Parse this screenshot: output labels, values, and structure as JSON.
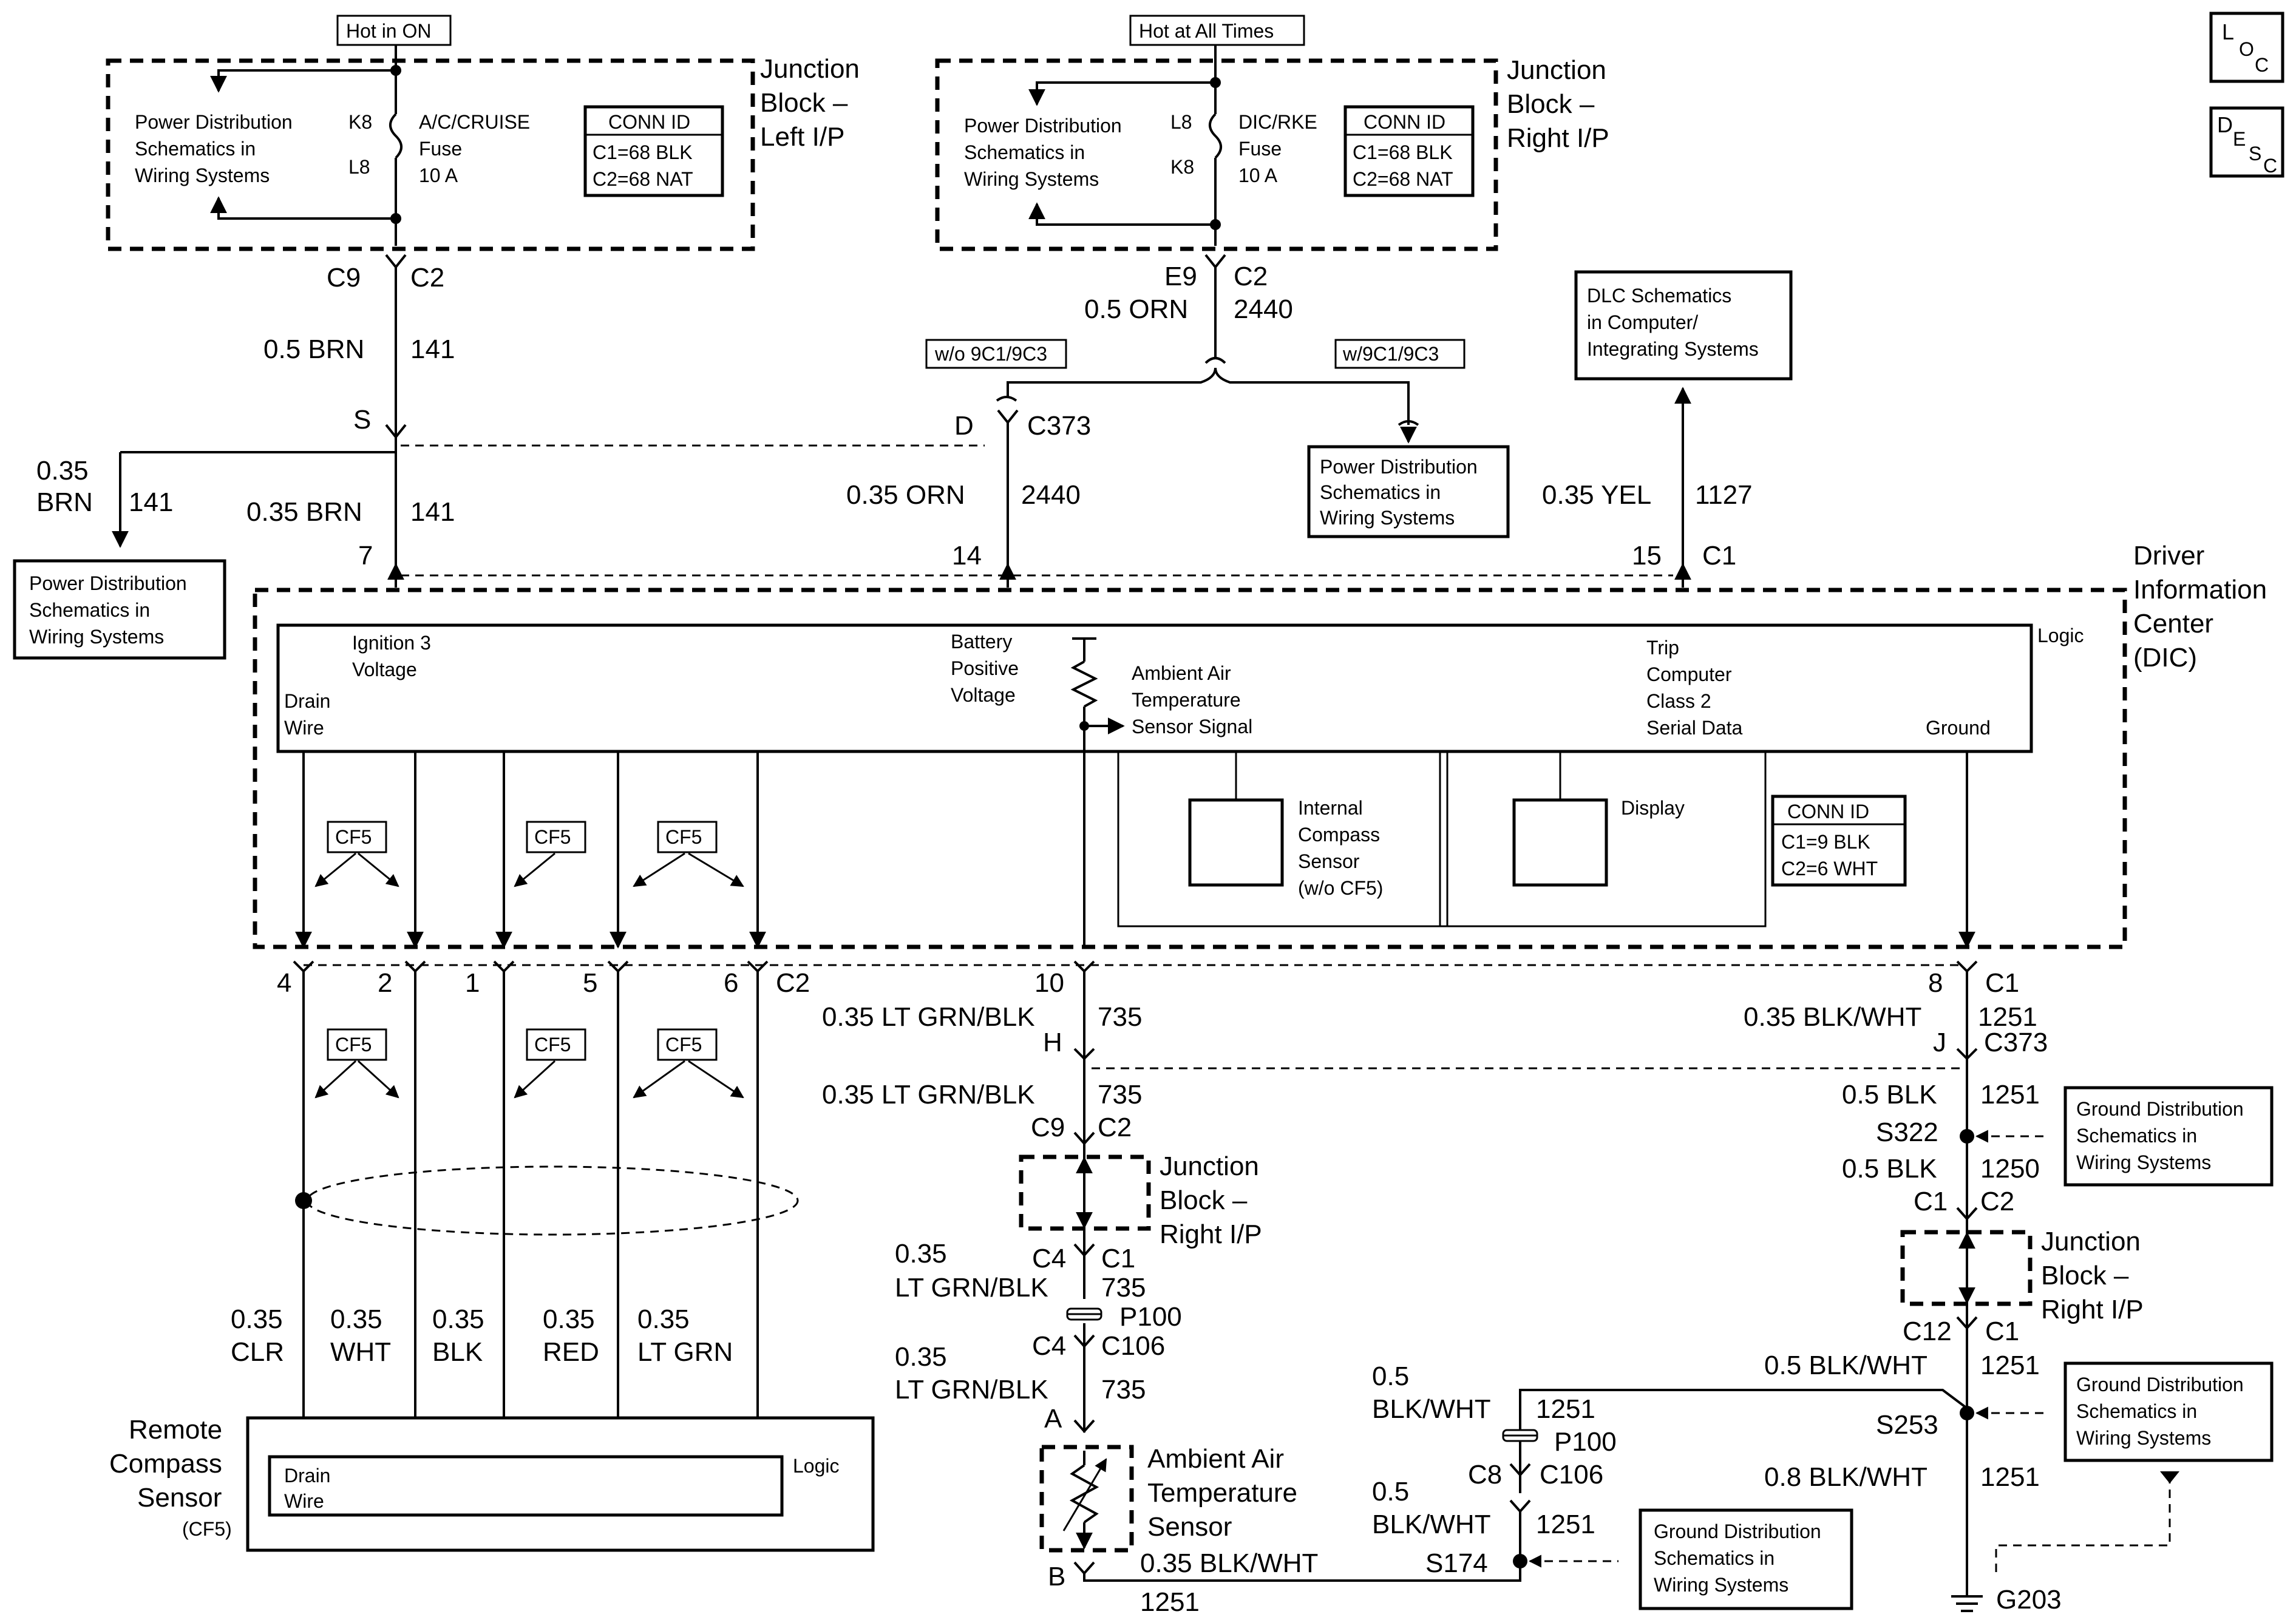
{
  "headers": {
    "hot_in_on": "Hot in ON",
    "hot_at_all_times": "Hot at All Times"
  },
  "icons": {
    "loc_letters": [
      "L",
      "O",
      "C"
    ],
    "desc_letters": [
      "D",
      "E",
      "S",
      "C"
    ]
  },
  "junction_left": {
    "title": [
      "Junction",
      "Block –",
      "Left I/P"
    ],
    "pds": [
      "Power Distribution",
      "Schematics in",
      "Wiring Systems"
    ],
    "pin_top": "K8",
    "pin_bottom": "L8",
    "fuse": [
      "A/C/CRUISE",
      "Fuse",
      "10 A"
    ],
    "conn_id": [
      "CONN ID",
      "C1=68 BLK",
      "C2=68 NAT"
    ]
  },
  "junction_right": {
    "title": [
      "Junction",
      "Block –",
      "Right I/P"
    ],
    "pds": [
      "Power Distribution",
      "Schematics in",
      "Wiring Systems"
    ],
    "pin_top": "L8",
    "pin_bottom": "K8",
    "fuse": [
      "DIC/RKE",
      "Fuse",
      "10 A"
    ],
    "conn_id": [
      "CONN ID",
      "C1=68 BLK",
      "C2=68 NAT"
    ]
  },
  "wire_labels": {
    "c9": "C9",
    "c2a": "C2",
    "brn05": "0.5 BRN",
    "n141a": "141",
    "s": "S",
    "brn035_left": [
      "0.35",
      "BRN"
    ],
    "n141b": "141",
    "brn035": "0.35 BRN",
    "n141c": "141",
    "pin7": "7",
    "e9": "E9",
    "c2b": "C2",
    "orn05": "0.5 ORN",
    "n2440a": "2440",
    "wo9c1": "w/o 9C1/9C3",
    "w9c1": "w/9C1/9C3",
    "d": "D",
    "c373a": "C373",
    "orn035": "0.35 ORN",
    "n2440b": "2440",
    "pin14": "14",
    "yel035": "0.35 YEL",
    "n1127": "1127",
    "pin15": "15",
    "c1a": "C1"
  },
  "pds_left": [
    "Power Distribution",
    "Schematics in",
    "Wiring Systems"
  ],
  "pds_mid": [
    "Power Distribution",
    "Schematics in",
    "Wiring Systems"
  ],
  "dlc": [
    "DLC Schematics",
    "in Computer/",
    "Integrating Systems"
  ],
  "dic": {
    "title": [
      "Driver",
      "Information",
      "Center",
      "(DIC)"
    ],
    "logic": "Logic",
    "ign3": [
      "Ignition 3",
      "Voltage"
    ],
    "drain": [
      "Drain",
      "Wire"
    ],
    "batt": [
      "Battery",
      "Positive",
      "Voltage"
    ],
    "ambient": [
      "Ambient Air",
      "Temperature",
      "Sensor Signal"
    ],
    "trip": [
      "Trip",
      "Computer",
      "Class 2",
      "Serial Data"
    ],
    "ground": "Ground",
    "compass": [
      "Internal",
      "Compass",
      "Sensor",
      "(w/o CF5)"
    ],
    "display": "Display",
    "conn_id": [
      "CONN ID",
      "C1=9 BLK",
      "C2=6 WHT"
    ]
  },
  "cf5": "CF5",
  "lower_pins": {
    "p4": "4",
    "p2": "2",
    "p1": "1",
    "p5": "5",
    "p6": "6",
    "c2": "C2",
    "p10": "10",
    "ltgrnblk": "0.35 LT GRN/BLK",
    "n735a": "735",
    "p8": "8",
    "c1": "C1",
    "blkwht035": "0.35 BLK/WHT",
    "n1251a": "1251",
    "h": "H",
    "j": "J",
    "c373": "C373"
  },
  "remote_wires": {
    "w1": [
      "0.35",
      "CLR"
    ],
    "w2": [
      "0.35",
      "WHT"
    ],
    "w3": [
      "0.35",
      "BLK"
    ],
    "w4": [
      "0.35",
      "RED"
    ],
    "w5": [
      "0.35",
      "LT GRN"
    ]
  },
  "remote": {
    "title": [
      "Remote",
      "Compass",
      "Sensor"
    ],
    "option": "(CF5)",
    "drain": [
      "Drain",
      "Wire"
    ],
    "logic": "Logic"
  },
  "center_col": {
    "ltgrnblk2": "0.35 LT GRN/BLK",
    "n735b": "735",
    "c9": "C9",
    "c2": "C2",
    "jb_title": [
      "Junction",
      "Block –",
      "Right I/P"
    ],
    "w035": "0.35",
    "ltgrnblk3": "LT GRN/BLK",
    "c4a": "C4",
    "c1": "C1",
    "n735c": "735",
    "p100": "P100",
    "c4b": "C4",
    "c106": "C106",
    "w035b": "0.35",
    "ltgrnblk4": "LT GRN/BLK",
    "n735d": "735",
    "a": "A",
    "sensor": [
      "Ambient Air",
      "Temperature",
      "Sensor"
    ],
    "b": "B",
    "blkwht": "0.35 BLK/WHT",
    "n1251": "1251"
  },
  "mid_right": {
    "w05": "0.5",
    "blkwht": "BLK/WHT",
    "n1251a": "1251",
    "p100": "P100",
    "c8": "C8",
    "c106": "C106",
    "w05b": "0.5",
    "blkwht2": "BLK/WHT",
    "n1251b": "1251",
    "s174": "S174",
    "gds": [
      "Ground Distribution",
      "Schematics in",
      "Wiring Systems"
    ]
  },
  "right_col": {
    "blk05": "0.5 BLK",
    "n1251a": "1251",
    "s322": "S322",
    "blk05b": "0.5 BLK",
    "n1250": "1250",
    "c1": "C1",
    "c2": "C2",
    "jb_title": [
      "Junction",
      "Block –",
      "Right I/P"
    ],
    "c12": "C12",
    "c1b": "C1",
    "blkwht05": "0.5 BLK/WHT",
    "n1251b": "1251",
    "s253": "S253",
    "blkwht08": "0.8 BLK/WHT",
    "n1251c": "1251",
    "g203": "G203",
    "gds1": [
      "Ground Distribution",
      "Schematics in",
      "Wiring Systems"
    ],
    "gds2": [
      "Ground Distribution",
      "Schematics in",
      "Wiring Systems"
    ]
  }
}
